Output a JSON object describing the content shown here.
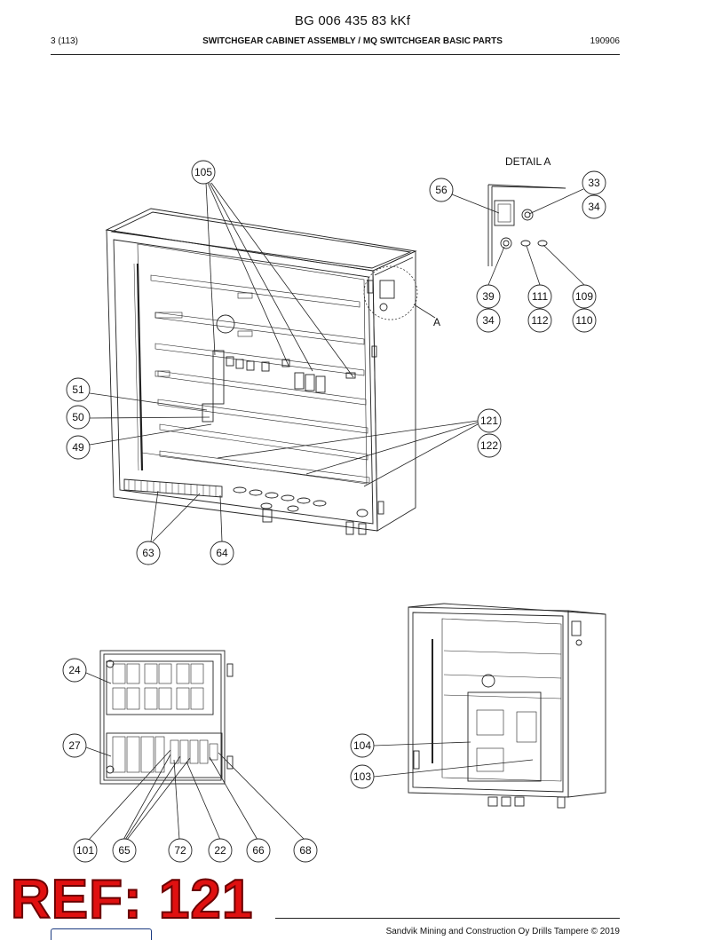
{
  "header": {
    "doc_id": "BG 006 435 83 kKf",
    "page": "3 (113)",
    "title": "SWITCHGEAR CABINET ASSEMBLY / MQ SWITCHGEAR BASIC PARTS",
    "date": "190906"
  },
  "detail": {
    "title": "DETAIL  A",
    "marker": "A"
  },
  "callouts": {
    "c105": "105",
    "c56": "56",
    "c33": "33",
    "c34a": "34",
    "c39": "39",
    "c34b": "34",
    "c111": "111",
    "c112": "112",
    "c109": "109",
    "c110": "110",
    "c51": "51",
    "c50": "50",
    "c49": "49",
    "c121": "121",
    "c122": "122",
    "c63": "63",
    "c64": "64",
    "c24": "24",
    "c27": "27",
    "c101": "101",
    "c65": "65",
    "c72": "72",
    "c22": "22",
    "c66": "66",
    "c68": "68",
    "c104": "104",
    "c103": "103"
  },
  "stamp": {
    "text": "REF: 121",
    "color": "#e01010"
  },
  "footer": {
    "copyright": "Sandvik Mining and Construction Oy Drills Tampere © 2019"
  }
}
